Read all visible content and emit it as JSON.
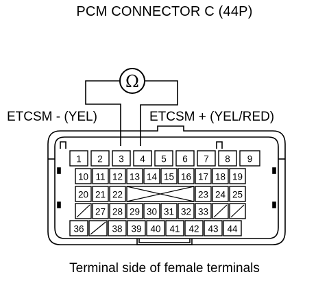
{
  "title": "PCM CONNECTOR C (44P)",
  "probes": {
    "negative_label": "ETCSM -  (YEL)",
    "positive_label": "ETCSM +  (YEL/RED)",
    "meter_symbol": "Ω",
    "negative_pin": "3",
    "positive_pin": "4"
  },
  "caption": "Terminal side of female terminals",
  "connector": {
    "rows": [
      [
        "1",
        "2",
        "3",
        "4",
        "5",
        "6",
        "7",
        "8",
        "9"
      ],
      [
        "10",
        "11",
        "12",
        "13",
        "14",
        "15",
        "16",
        "17",
        "18",
        "19"
      ],
      [
        "20",
        "21",
        "22",
        "",
        "23",
        "24",
        "25"
      ],
      [
        "",
        "27",
        "28",
        "29",
        "30",
        "31",
        "32",
        "33",
        "",
        ""
      ],
      [
        "36",
        "",
        "38",
        "39",
        "40",
        "41",
        "42",
        "43",
        "44"
      ]
    ]
  }
}
